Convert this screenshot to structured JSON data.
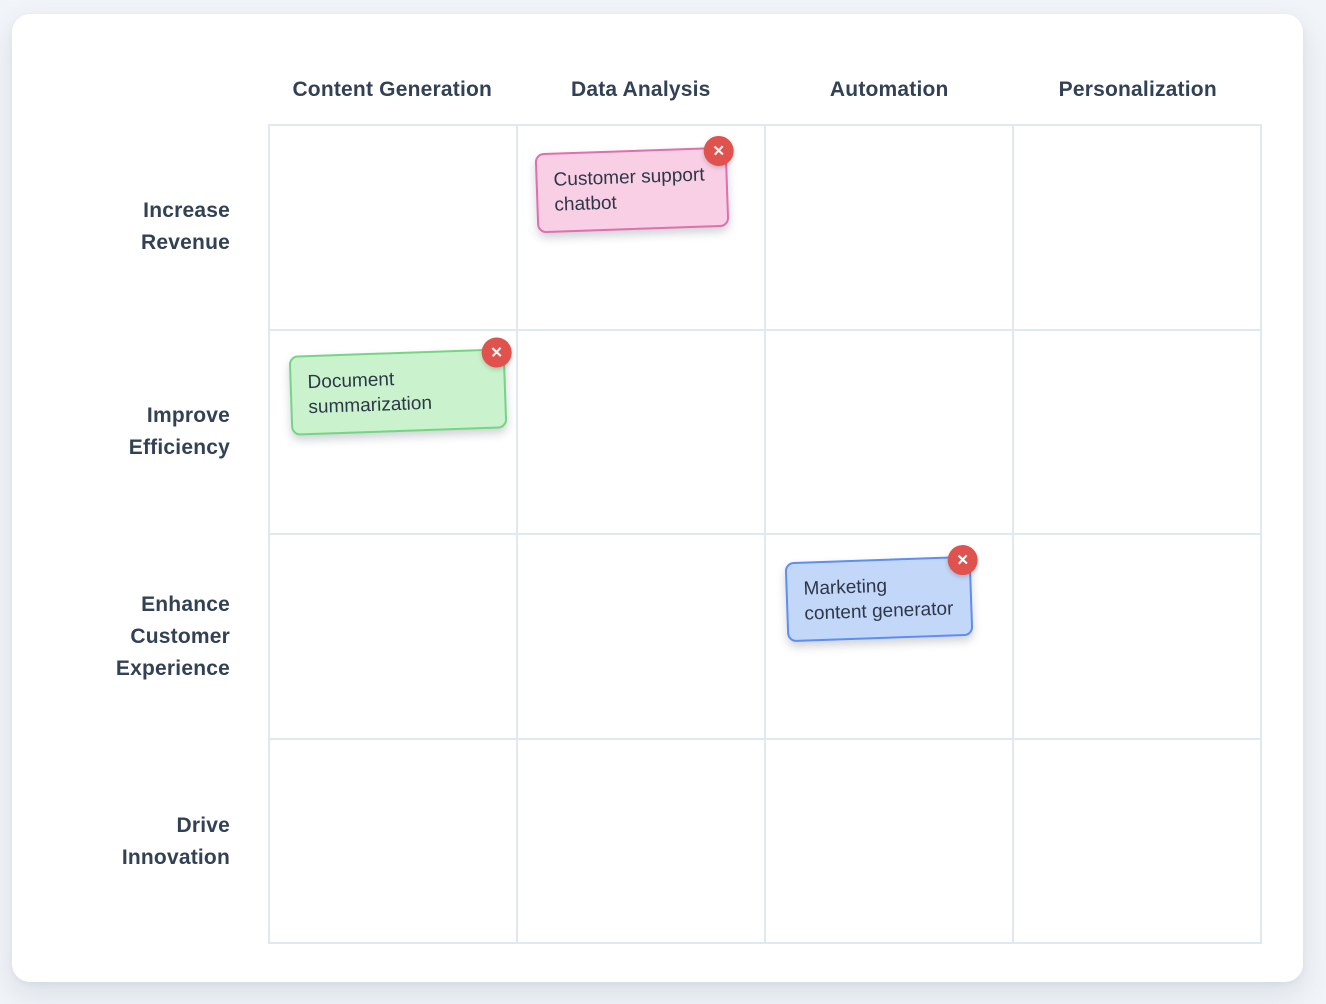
{
  "board": {
    "columns": [
      {
        "label": "Content Generation"
      },
      {
        "label": "Data Analysis"
      },
      {
        "label": "Automation"
      },
      {
        "label": "Personalization"
      }
    ],
    "rows": [
      {
        "label": "Increase Revenue"
      },
      {
        "label": "Improve Efficiency"
      },
      {
        "label": "Enhance Customer Experience"
      },
      {
        "label": "Drive Innovation"
      }
    ],
    "notes": [
      {
        "text": "Customer support chatbot",
        "row": 0,
        "col": 1,
        "color_name": "pink",
        "fill": "#f8cfe5",
        "border": "#df6fae"
      },
      {
        "text": "Document summarization",
        "row": 1,
        "col": 0,
        "color_name": "green",
        "fill": "#c9f2cd",
        "border": "#74d685"
      },
      {
        "text": "Marketing content generator",
        "row": 2,
        "col": 2,
        "color_name": "blue",
        "fill": "#c3d7f9",
        "border": "#5e8ef2"
      }
    ],
    "close_icon": "✕"
  },
  "colors": {
    "page_bg": "#f1f4f8",
    "card_bg": "#ffffff",
    "grid_line": "#e2e8f0",
    "heading_text": "#334155",
    "note_text": "#2d3748",
    "close_button_bg": "#e0524e"
  }
}
